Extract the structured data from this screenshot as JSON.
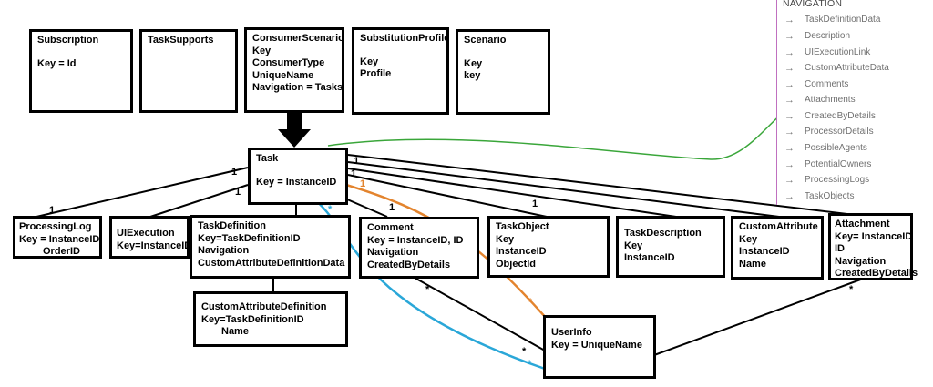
{
  "boxes": {
    "subscription": {
      "title": "Subscription",
      "line1": "Key = Id"
    },
    "task_supports": {
      "title": "TaskSupports"
    },
    "consumer_scenario": {
      "title": "ConsumerScenario",
      "line1": "Key",
      "line2": "ConsumerType",
      "line3": "UniqueName",
      "line4": "Navigation = Tasks"
    },
    "substitution_profile": {
      "title": "SubstitutionProfile",
      "line1": "Key",
      "line2": "Profile"
    },
    "scenario": {
      "title": "Scenario",
      "line1": "Key",
      "line2": "key"
    },
    "task": {
      "title": "Task",
      "line1": "Key = InstanceID"
    },
    "processing_log": {
      "title": "ProcessingLog",
      "line1": "Key = InstanceID",
      "line2": "OrderID"
    },
    "ui_execution": {
      "title": "UIExecution",
      "line1": "Key=InstanceID"
    },
    "task_definition": {
      "title": "TaskDefinition",
      "line1": "Key=TaskDefinitionID",
      "line2": "Navigation",
      "line3": "CustomAttributeDefinitionData"
    },
    "comment": {
      "title": "Comment",
      "line1": "Key = InstanceID, ID",
      "line2": "Navigation",
      "line3": "CreatedByDetails"
    },
    "task_object": {
      "title": "TaskObject",
      "line1": "Key",
      "line2": "InstanceID",
      "line3": "ObjectId"
    },
    "task_description": {
      "title": "TaskDescription",
      "line1": "Key",
      "line2": "InstanceID"
    },
    "custom_attribute": {
      "title": "CustomAttribute",
      "line1": "Key",
      "line2": "InstanceID",
      "line3": "Name"
    },
    "attachment": {
      "title": "Attachment",
      "line1": "Key= InstanceID",
      "line2": "ID",
      "line3": "Navigation",
      "line4": "CreatedByDetails"
    },
    "custom_attribute_definition": {
      "title": "CustomAttributeDefinition",
      "line1": "Key=TaskDefinitionID",
      "line2": "Name"
    },
    "user_info": {
      "title": "UserInfo",
      "line1": "Key = UniqueName"
    }
  },
  "multiplicities": {
    "one": "1",
    "many": "*"
  },
  "colors": {
    "orange_link": "#e3842e",
    "blue_link": "#2aa7d8",
    "green_link": "#3aa63a"
  },
  "navigation": {
    "title": "NAVIGATION",
    "items": [
      "TaskDefinitionData",
      "Description",
      "UIExecutionLink",
      "CustomAttributeData",
      "Comments",
      "Attachments",
      "CreatedByDetails",
      "ProcessorDetails",
      "PossibleAgents",
      "PotentialOwners",
      "ProcessingLogs",
      "TaskObjects"
    ]
  }
}
